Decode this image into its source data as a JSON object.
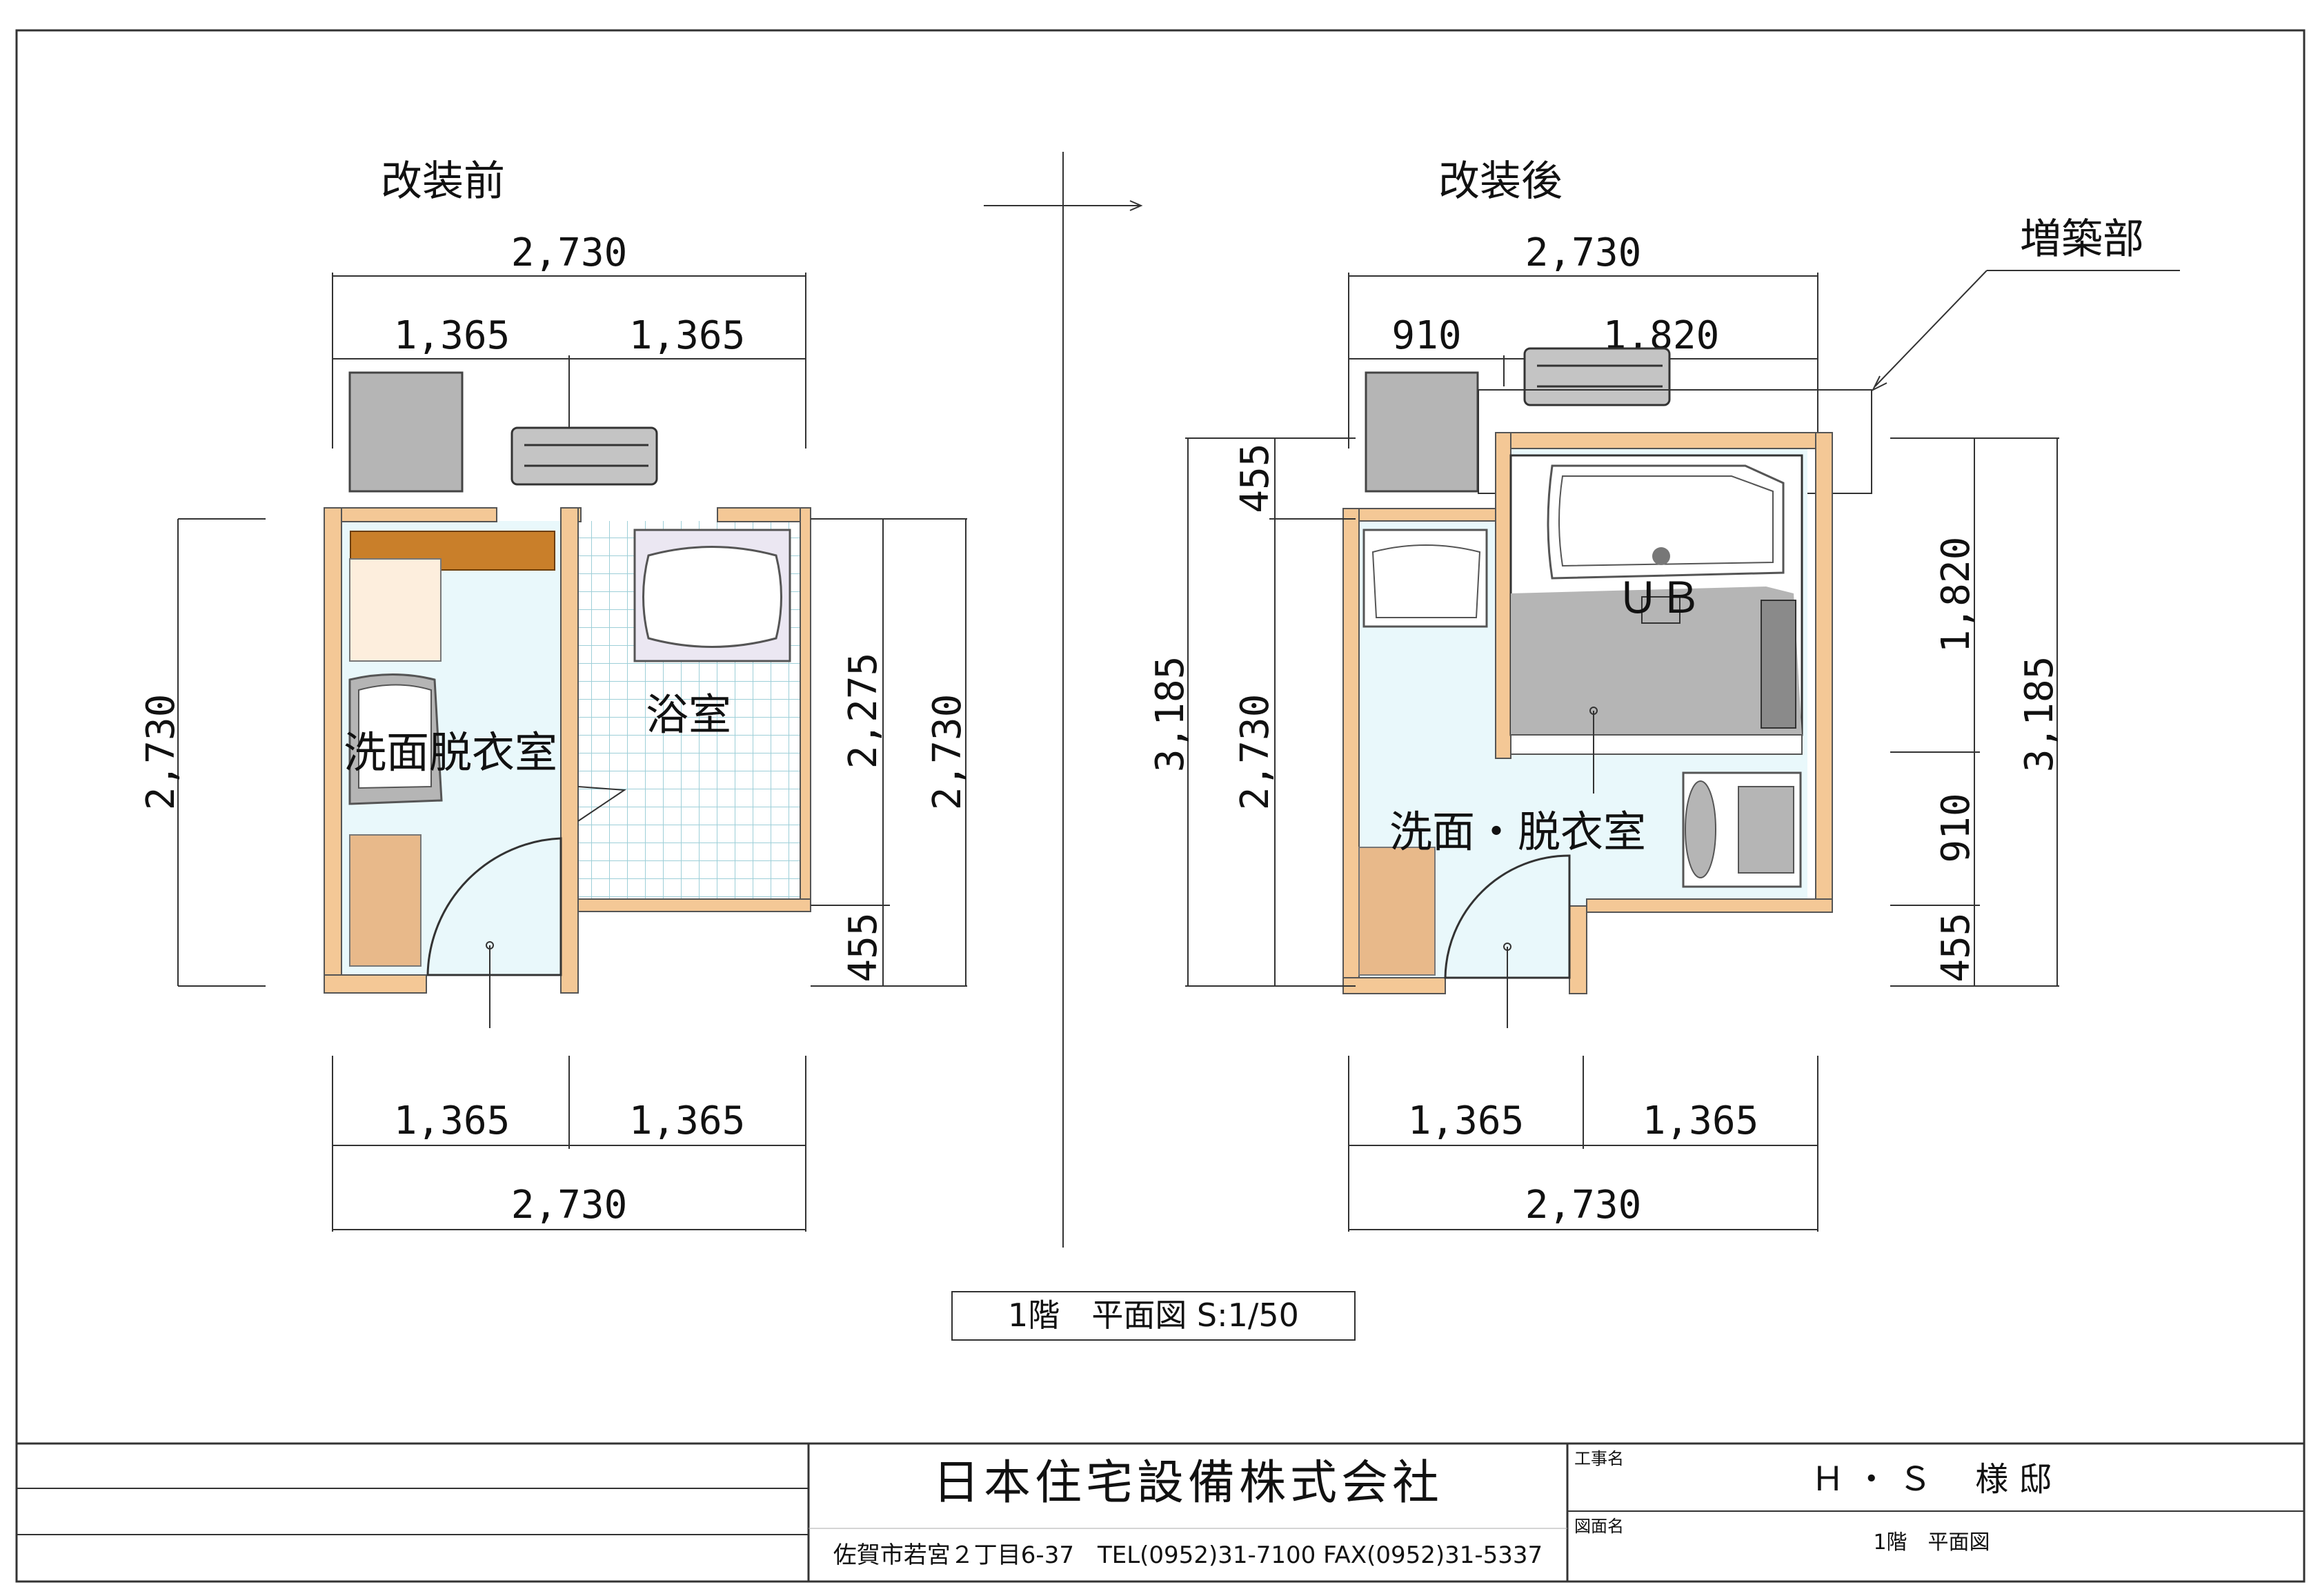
{
  "before": {
    "heading": "改装前",
    "rooms": {
      "dressing": "洗面脱衣室",
      "bath": "浴室"
    },
    "dims": {
      "top_total": "2,730",
      "top_left": "1,365",
      "top_right": "1,365",
      "bottom_left": "1,365",
      "bottom_right": "1,365",
      "bottom_total": "2,730",
      "left_total": "2,730",
      "right_main": "2,275",
      "right_lower": "455",
      "right_total": "2,730"
    }
  },
  "after": {
    "heading": "改装後",
    "annotation": "増築部",
    "rooms": {
      "ub": "ＵＢ",
      "dressing": "洗面・脱衣室"
    },
    "dims": {
      "top_total": "2,730",
      "top_left": "910",
      "top_right": "1,820",
      "bottom_left": "1,365",
      "bottom_right": "1,365",
      "bottom_total": "2,730",
      "left_outer": "3,185",
      "left_top": "455",
      "left_inner": "2,730",
      "right_top": "1,820",
      "right_mid": "910",
      "right_low": "455",
      "right_outer": "3,185"
    }
  },
  "caption": "1階　平面図 S:1/50",
  "title_block": {
    "company": "日本住宅設備株式会社",
    "address": "佐賀市若宮２丁目6-37　TEL(0952)31-7100 FAX(0952)31-5337",
    "project_label": "工事名",
    "project_value": "Ｈ ・ Ｓ　 様 邸",
    "drawing_label": "図面名",
    "drawing_value": "1階　平面図"
  },
  "colors": {
    "wall": "#f4c896",
    "floor": "#e9f8fb",
    "fixture": "#b5b5b5",
    "wood": "#c97f2a",
    "cabinet": "#e8b98a",
    "tile_line": "#9ecfd8"
  }
}
